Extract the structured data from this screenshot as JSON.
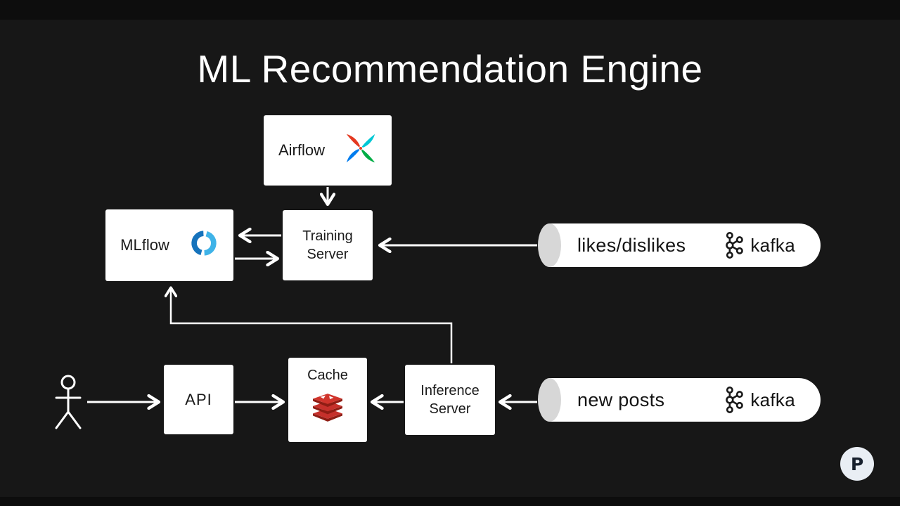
{
  "title": "ML Recommendation Engine",
  "nodes": {
    "airflow": {
      "label": "Airflow",
      "icon": "airflow-pinwheel-icon"
    },
    "mlflow": {
      "label": "MLflow",
      "icon": "mlflow-loop-icon"
    },
    "training_server": {
      "label": "Training Server"
    },
    "api": {
      "label": "API"
    },
    "cache": {
      "label": "Cache",
      "icon": "redis-stack-icon"
    },
    "inference_server": {
      "label": "Inference Server"
    },
    "user": {
      "icon": "stick-figure-icon"
    }
  },
  "streams": {
    "likes_dislikes": {
      "label": "likes/dislikes",
      "brand": "kafka",
      "icon": "kafka-logo-icon"
    },
    "new_posts": {
      "label": "new posts",
      "brand": "kafka",
      "icon": "kafka-logo-icon"
    }
  },
  "edges": [
    {
      "from": "airflow",
      "to": "training_server"
    },
    {
      "from": "training_server",
      "to": "mlflow"
    },
    {
      "from": "mlflow",
      "to": "training_server"
    },
    {
      "from": "likes_dislikes",
      "to": "training_server"
    },
    {
      "from": "user",
      "to": "api"
    },
    {
      "from": "api",
      "to": "cache"
    },
    {
      "from": "inference_server",
      "to": "cache"
    },
    {
      "from": "new_posts",
      "to": "inference_server"
    },
    {
      "from": "inference_server",
      "to": "mlflow"
    }
  ],
  "watermark": {
    "letter": "P"
  },
  "icons": {
    "airflow_icon": "four-color pinwheel",
    "mlflow_icon": "two-tone blue circular arrows",
    "redis_icon": "stacked red discs",
    "kafka_icon": "circle-node graph",
    "user_icon": "stick figure",
    "watermark_icon": "P in light circle"
  },
  "colors": {
    "background": "#171717",
    "node_bg": "#ffffff",
    "node_text": "#1a1a1a",
    "line": "#ffffff",
    "pipe_cap": "#d7d7d7",
    "badge_bg": "#e9eef4",
    "airflow_red": "#e43921",
    "airflow_teal": "#00c7d4",
    "airflow_green": "#00ad46",
    "airflow_blue": "#017cee",
    "mlflow_light_blue": "#3fb3e8",
    "mlflow_dark_blue": "#1673bc",
    "redis_red": "#c6302b",
    "redis_dark_red": "#8f1d14"
  }
}
